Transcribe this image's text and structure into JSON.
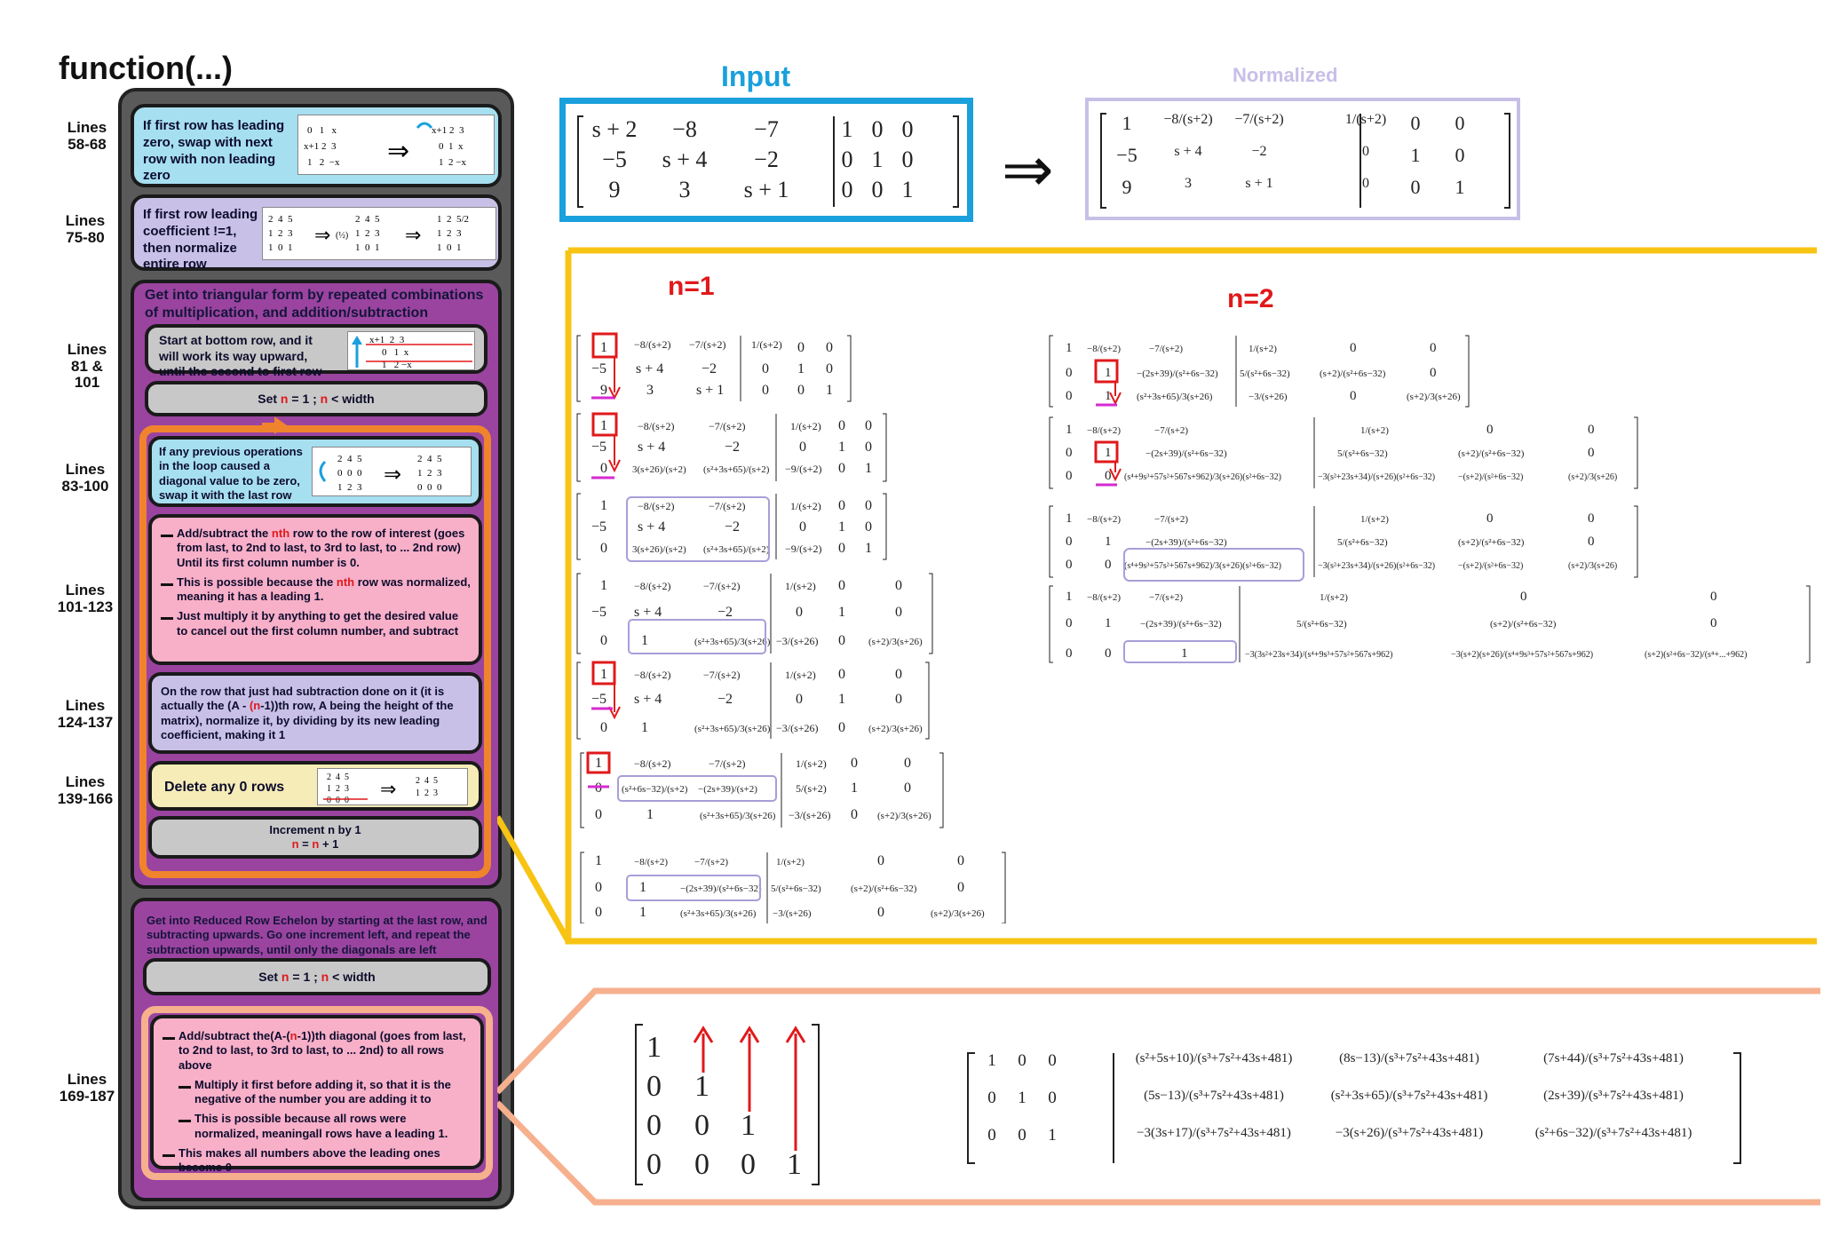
{
  "title": "function(...)",
  "line_labels": [
    {
      "l1": "Lines",
      "l2": "58-68"
    },
    {
      "l1": "Lines",
      "l2": "75-80"
    },
    {
      "l1": "Lines",
      "l2": "81 &",
      "l3": "101"
    },
    {
      "l1": "Lines",
      "l2": "83-100"
    },
    {
      "l1": "Lines",
      "l2": "101-123"
    },
    {
      "l1": "Lines",
      "l2": "124-137"
    },
    {
      "l1": "Lines",
      "l2": "139-166"
    },
    {
      "l1": "Lines",
      "l2": "169-187"
    }
  ],
  "steps": {
    "swap": "If first row has leading zero, swap with next row with non leading zero",
    "normalize": "If first row leading coefficient !=1, then normalize entire row",
    "triangular_header": "Get into triangular form by repeated combinations of multiplication, and addition/subtraction",
    "bottom_row": "Start at bottom row, and it will work its way upward, until the second to first row",
    "set_n_1": {
      "pre": "Set",
      "n1": "n",
      "mid": "= 1 ;",
      "n2": "n",
      "post": "< width"
    },
    "zero_diag": "If any previous operations in the loop caused a diagonal value to be zero, swap it with the last row",
    "add_sub_1": {
      "pre": "Add/subtract the",
      "nth": "nth",
      "post": "row to the row of interest (goes from last, to 2nd to last, to 3rd to last, to ... 2nd row) Until its first column number is 0."
    },
    "add_sub_2": {
      "pre": "This is possible because the",
      "nth": "nth",
      "post": "row was normalized, meaning it has a leading 1."
    },
    "add_sub_3": "Just multiply it by anything to get the desired value to cancel out the first column number, and subtract",
    "normalize_row": {
      "pre": "On the row that just had subtraction done on it (it is actually the (A -",
      "n": "(n",
      "post": "-1))th row, A being the height of the matrix), normalize it, by dividing by its new leading coefficient, making it 1"
    },
    "delete_zero": "Delete any 0 rows",
    "increment": {
      "l1": "Increment n by 1",
      "n1": "n",
      "eq": "= ",
      "n2": "n",
      "plus": "+ 1"
    },
    "rref_header": "Get into Reduced Row Echelon by starting at the last row, and subtracting upwards. Go one increment left, and repeat the subtraction upwards, until only the diagonals are left",
    "set_n_2": {
      "pre": "Set",
      "n1": "n",
      "mid": "= 1 ;",
      "n2": "n",
      "post": "< width"
    },
    "rref_1": {
      "pre": "Add/subtract the(A-(",
      "n": "n",
      "post": "-1))th diagonal (goes from last, to 2nd to last, to 3rd to last, to ... 2nd) to all rows above"
    },
    "rref_2": "Multiply it first before adding it, so that it is the negative of the number you are adding it to",
    "rref_3": "This is possible because all rows were normalized, meaningall rows have a leading 1.",
    "rref_4": "This makes all numbers above the leading ones become 0"
  },
  "labels": {
    "input": "Input",
    "normalized": "Normalized",
    "n1": "n=1",
    "n2": "n=2",
    "arrow": "⇒"
  },
  "input_matrix": {
    "rows": [
      [
        "s + 2",
        "−8",
        "−7",
        "1",
        "0",
        "0"
      ],
      [
        "−5",
        "s + 4",
        "−2",
        "0",
        "1",
        "0"
      ],
      [
        "9",
        "3",
        "s + 1",
        "0",
        "0",
        "1"
      ]
    ]
  },
  "normalized_matrix": {
    "rows": [
      [
        "1",
        "−8/(s+2)",
        "−7/(s+2)",
        "1/(s+2)",
        "0",
        "0"
      ],
      [
        "−5",
        "s + 4",
        "−2",
        "0",
        "1",
        "0"
      ],
      [
        "9",
        "3",
        "s + 1",
        "0",
        "0",
        "1"
      ]
    ]
  },
  "final_matrix": {
    "rows": [
      [
        "1",
        "0",
        "0",
        "(s²+5s+10)/(s³+7s²+43s+481)",
        "(8s−13)/(s³+7s²+43s+481)",
        "(7s+44)/(s³+7s²+43s+481)"
      ],
      [
        "0",
        "1",
        "0",
        "(5s−13)/(s³+7s²+43s+481)",
        "(s²+3s+65)/(s³+7s²+43s+481)",
        "(2s+39)/(s³+7s²+43s+481)"
      ],
      [
        "0",
        "0",
        "1",
        "−3(3s+17)/(s³+7s²+43s+481)",
        "−3(s+26)/(s³+7s²+43s+481)",
        "(s²+6s−32)/(s³+7s²+43s+481)"
      ]
    ]
  },
  "colors": {
    "blue_accent": "#1aa0dc",
    "lavender_accent": "#c8bfe7",
    "yellow_accent": "#f8c414",
    "salmon_accent": "#f6b08e",
    "orange_loop": "#f0842c",
    "red": "#e0191b",
    "purple_panel": "#9a44a0"
  }
}
